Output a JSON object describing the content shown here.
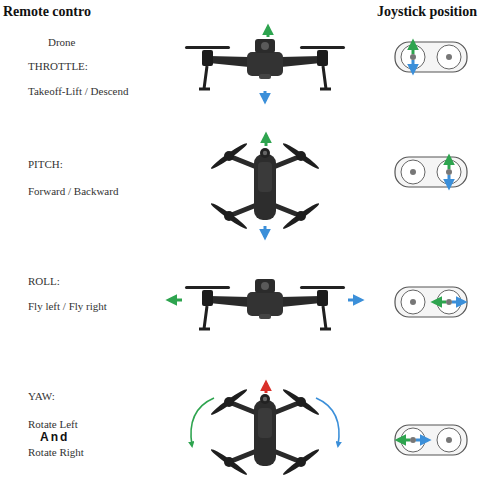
{
  "diagram": {
    "title": "Remote contro",
    "labels": [
      "Joystick position",
      "Drone",
      "THROTTLE:",
      "Takeoff-Lift / Descend",
      "PITCH:",
      "Forward / Backward",
      "ROLL:",
      "Fly left / Fly right",
      "YAW:",
      "Rotate Left",
      "And",
      "Rotate Right"
    ]
  }
}
